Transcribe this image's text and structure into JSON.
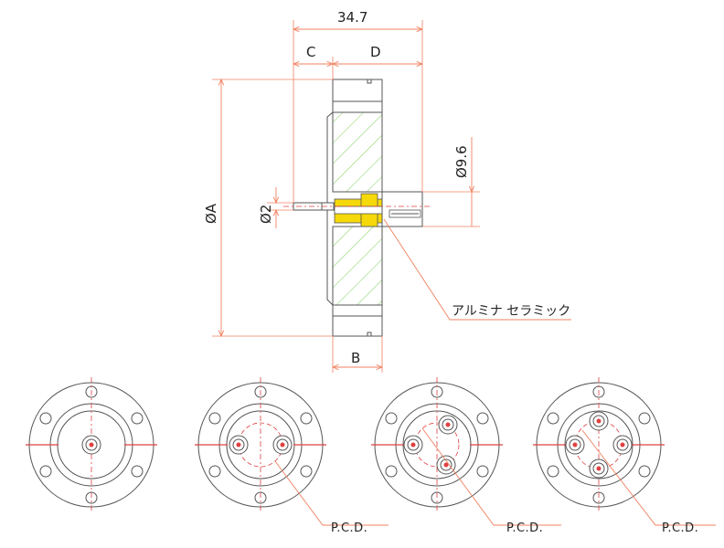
{
  "dimensions": {
    "overall_length": "34.7",
    "c": "C",
    "d": "D",
    "outer_diameter": "ØA",
    "pin_diameter": "Ø2",
    "sleeve_diameter": "Ø9.6",
    "b": "B"
  },
  "callouts": {
    "insulator": "アルミナ セラミック"
  },
  "pcd_labels": [
    "P.C.D.",
    "P.C.D.",
    "P.C.D."
  ],
  "colors": {
    "dimension": "#f08060",
    "hatch": "#7ccf5a",
    "conductor": "#f5d90a",
    "center_mark": "#e04040"
  }
}
